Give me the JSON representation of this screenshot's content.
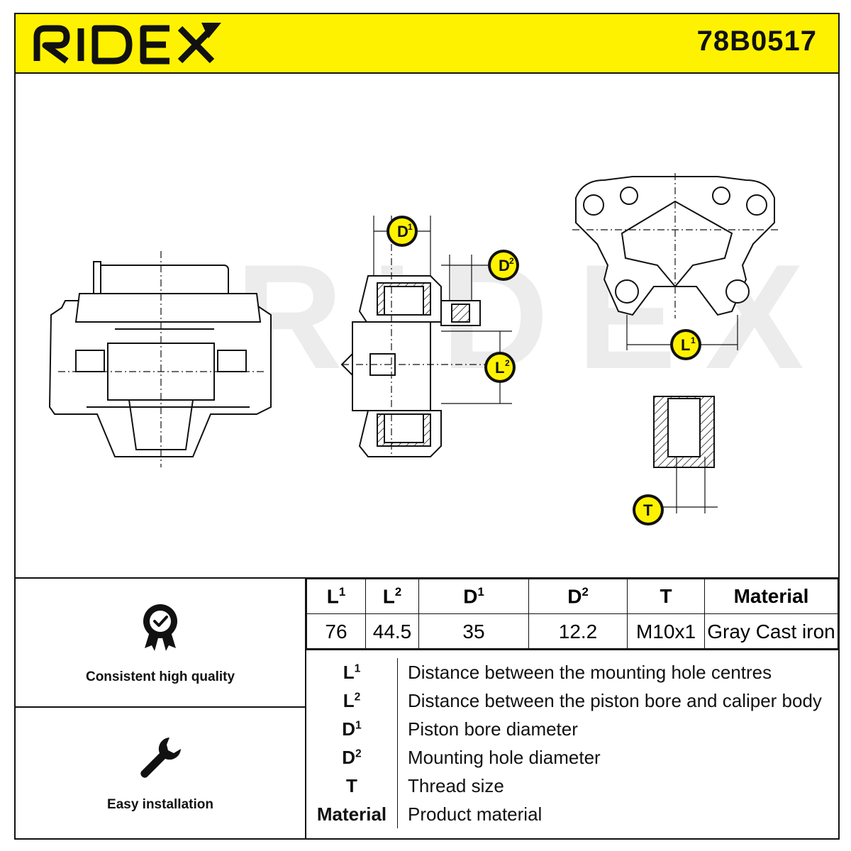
{
  "header": {
    "brand": "RIDEX",
    "part_number": "78B0517",
    "accent_color": "#fff200"
  },
  "drawing": {
    "watermark": "RIDEX",
    "labels": {
      "d1": "D",
      "d1_sup": "1",
      "d2": "D",
      "d2_sup": "2",
      "l1": "L",
      "l1_sup": "1",
      "l2": "L",
      "l2_sup": "2",
      "t": "T"
    }
  },
  "features": [
    {
      "label": "Consistent high quality",
      "icon": "quality-badge-icon"
    },
    {
      "label": "Easy installation",
      "icon": "wrench-icon"
    }
  ],
  "spec_table": {
    "headers": [
      {
        "main": "L",
        "sup": "1"
      },
      {
        "main": "L",
        "sup": "2"
      },
      {
        "main": "D",
        "sup": "1"
      },
      {
        "main": "D",
        "sup": "2"
      },
      {
        "main": "T",
        "sup": ""
      },
      {
        "main": "Material",
        "sup": ""
      }
    ],
    "values": [
      "76",
      "44.5",
      "35",
      "12.2",
      "M10x1",
      "Gray Cast iron"
    ]
  },
  "legend": [
    {
      "key": "L",
      "sup": "1",
      "text": "Distance between the mounting hole centres"
    },
    {
      "key": "L",
      "sup": "2",
      "text": "Distance between the piston bore and caliper body"
    },
    {
      "key": "D",
      "sup": "1",
      "text": "Piston bore diameter"
    },
    {
      "key": "D",
      "sup": "2",
      "text": "Mounting hole diameter"
    },
    {
      "key": "T",
      "sup": "",
      "text": "Thread size"
    },
    {
      "key": "Material",
      "sup": "",
      "text": "Product material"
    }
  ]
}
